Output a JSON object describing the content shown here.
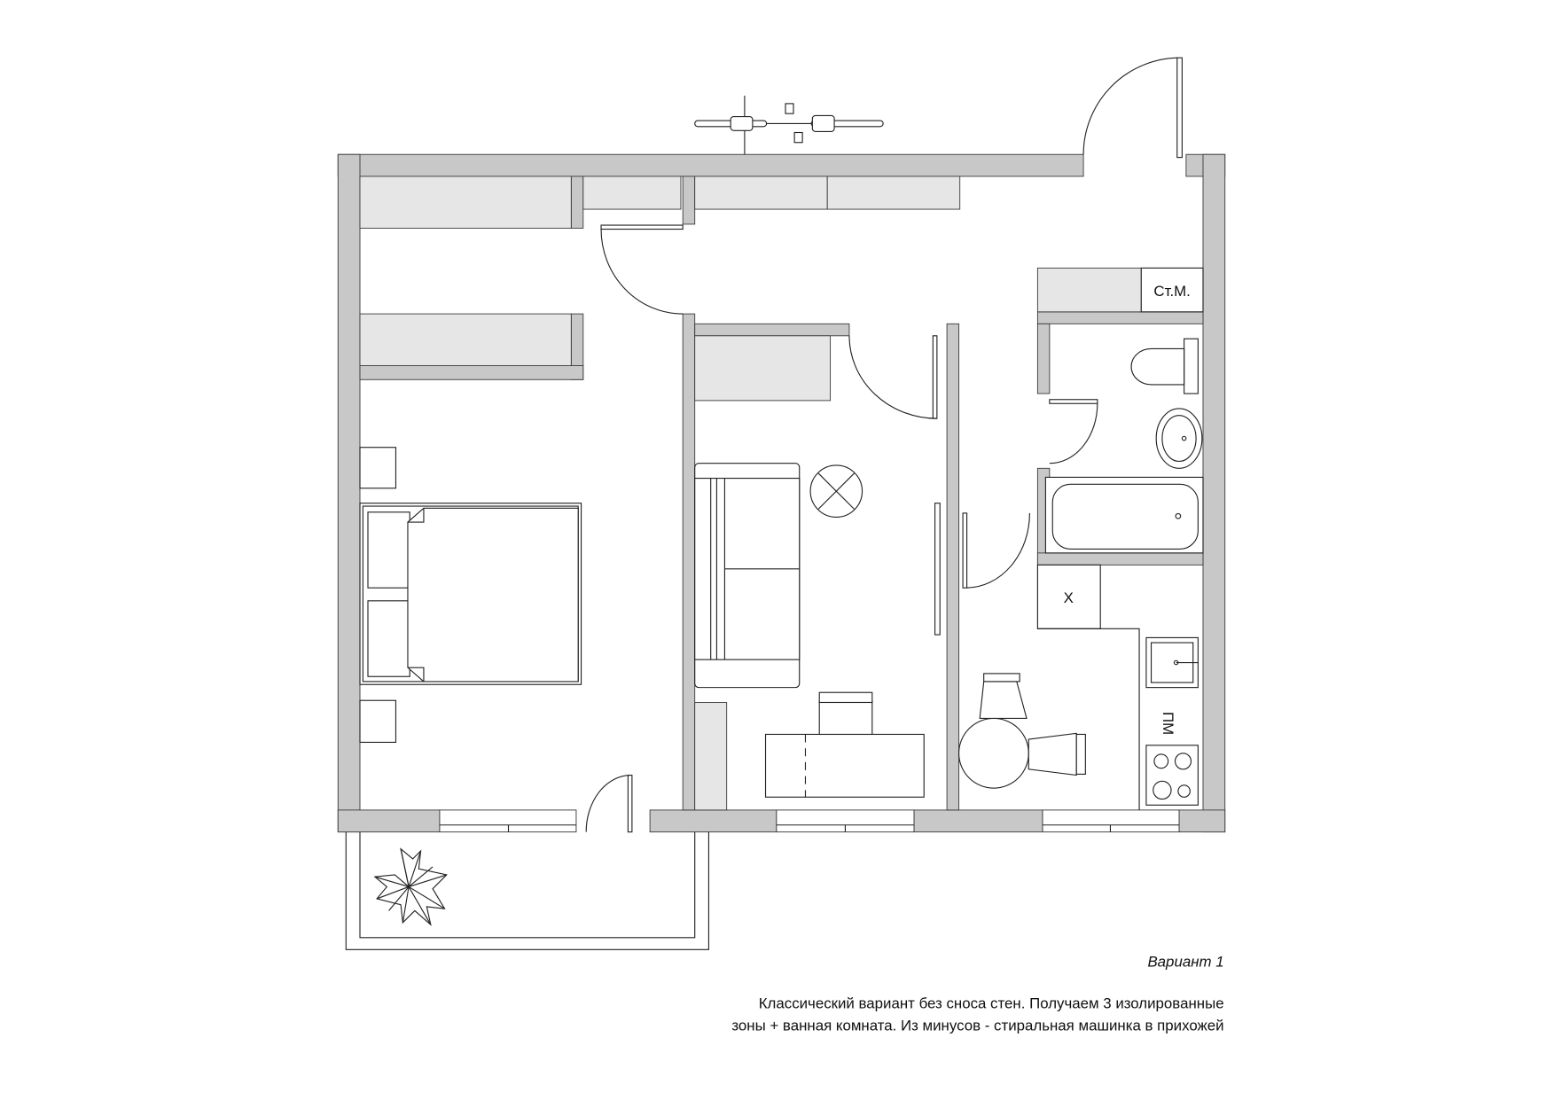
{
  "plan": {
    "labels": {
      "washing_machine": "Ст.М.",
      "fridge": "Х",
      "dishwasher": "ПМ"
    },
    "colors": {
      "wall": "#c8c8c8",
      "furniture": "#e6e6e6",
      "line": "#222222"
    }
  },
  "caption": {
    "variant": "Вариант 1",
    "line1": "Классический вариант без сноса стен. Получаем 3 изолированные",
    "line2": "зоны + ванная комната. Из минусов - стиральная машинка в прихожей"
  }
}
